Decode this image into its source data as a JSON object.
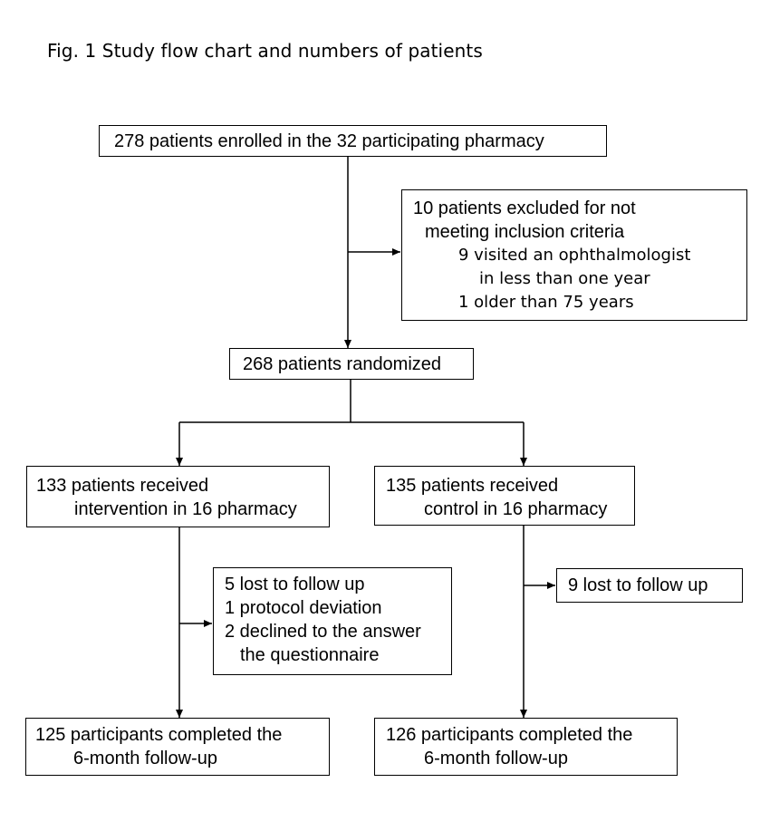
{
  "figure": {
    "caption": "Fig. 1 Study flow chart and numbers of patients"
  },
  "boxes": {
    "enrolled": {
      "lines": [
        "278 patients enrolled in the 32 participating pharmacy"
      ]
    },
    "excluded": {
      "lines": [
        "10 patients excluded for not",
        "meeting inclusion criteria",
        "9 visited an ophthalmologist",
        "in less than one year",
        "1 older than 75 years"
      ]
    },
    "randomized": {
      "lines": [
        "268 patients randomized"
      ]
    },
    "intervention": {
      "lines": [
        "133 patients received",
        "intervention in 16 pharmacy"
      ]
    },
    "control": {
      "lines": [
        "135 patients received",
        "control in 16 pharmacy"
      ]
    },
    "intervention_lost": {
      "lines": [
        "5 lost to follow up",
        "1 protocol deviation",
        "2 declined to the answer",
        "the questionnaire"
      ]
    },
    "control_lost": {
      "lines": [
        "9 lost to follow up"
      ]
    },
    "intervention_completed": {
      "lines": [
        "125 participants completed the",
        "6-month follow-up"
      ]
    },
    "control_completed": {
      "lines": [
        "126 participants completed the",
        "6-month follow-up"
      ]
    }
  }
}
